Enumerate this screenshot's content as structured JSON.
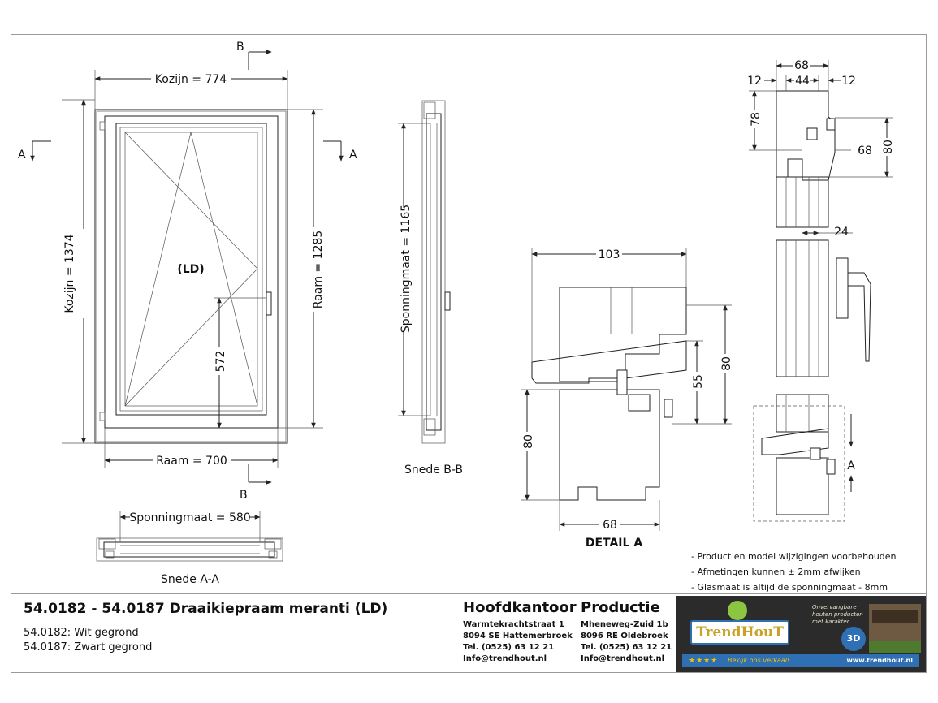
{
  "labels": {
    "kozijn_width": "Kozijn = 774",
    "kozijn_height": "Kozijn = 1374",
    "raam_height": "Raam = 1285",
    "raam_width": "Raam = 700",
    "handle_height": "572",
    "opening": "(LD)",
    "section_a": "A",
    "section_b": "B",
    "sponning_vertical": "Sponningmaat = 1165",
    "sponning_horizontal": "Sponningmaat = 580",
    "snede_bb": "Snede B-B",
    "snede_aa": "Snede A-A",
    "detail_title": "DETAIL  A"
  },
  "detail_dims": {
    "top_width": "103",
    "bottom_width": "68",
    "left_height": "80",
    "inner_55": "55",
    "right_80": "80"
  },
  "right_dims": {
    "top_68": "68",
    "left_12": "12",
    "mid_44": "44",
    "right_12": "12",
    "d78": "78",
    "d68": "68",
    "d80": "80",
    "d24": "24",
    "section_a": "A"
  },
  "notes": [
    "- Product en model wijzigingen voorbehouden",
    "- Afmetingen kunnen ± 2mm afwijken",
    "- Glasmaat is altijd de sponningmaat - 8mm"
  ],
  "titleblock": {
    "title": "54.0182 - 54.0187  Draaikiepraam meranti (LD)",
    "variant1": "54.0182: Wit gegrond",
    "variant2": "54.0187: Zwart gegrond",
    "hq_title": "Hoofdkantoor",
    "hq_street": "Warmtekrachtstraat 1",
    "hq_city": "8094 SE Hattemerbroek",
    "hq_phone": "Tel. (0525) 63 12 21",
    "hq_email": "Info@trendhout.nl",
    "prod_title": "Productie",
    "prod_street": "Mheneweg-Zuid 1b",
    "prod_city": "8096 RE Oldebroek",
    "prod_phone": "Tel. (0525) 63 12 21",
    "prod_email": "Info@trendhout.nl"
  },
  "brand": {
    "logo": "TrendHouT",
    "tagline": "Onvervangbare houten producten met karakter",
    "badge": "3D",
    "stars": "★★★★",
    "slogan": "Bekijk ons verkaal!",
    "url": "www.trendhout.nl"
  }
}
